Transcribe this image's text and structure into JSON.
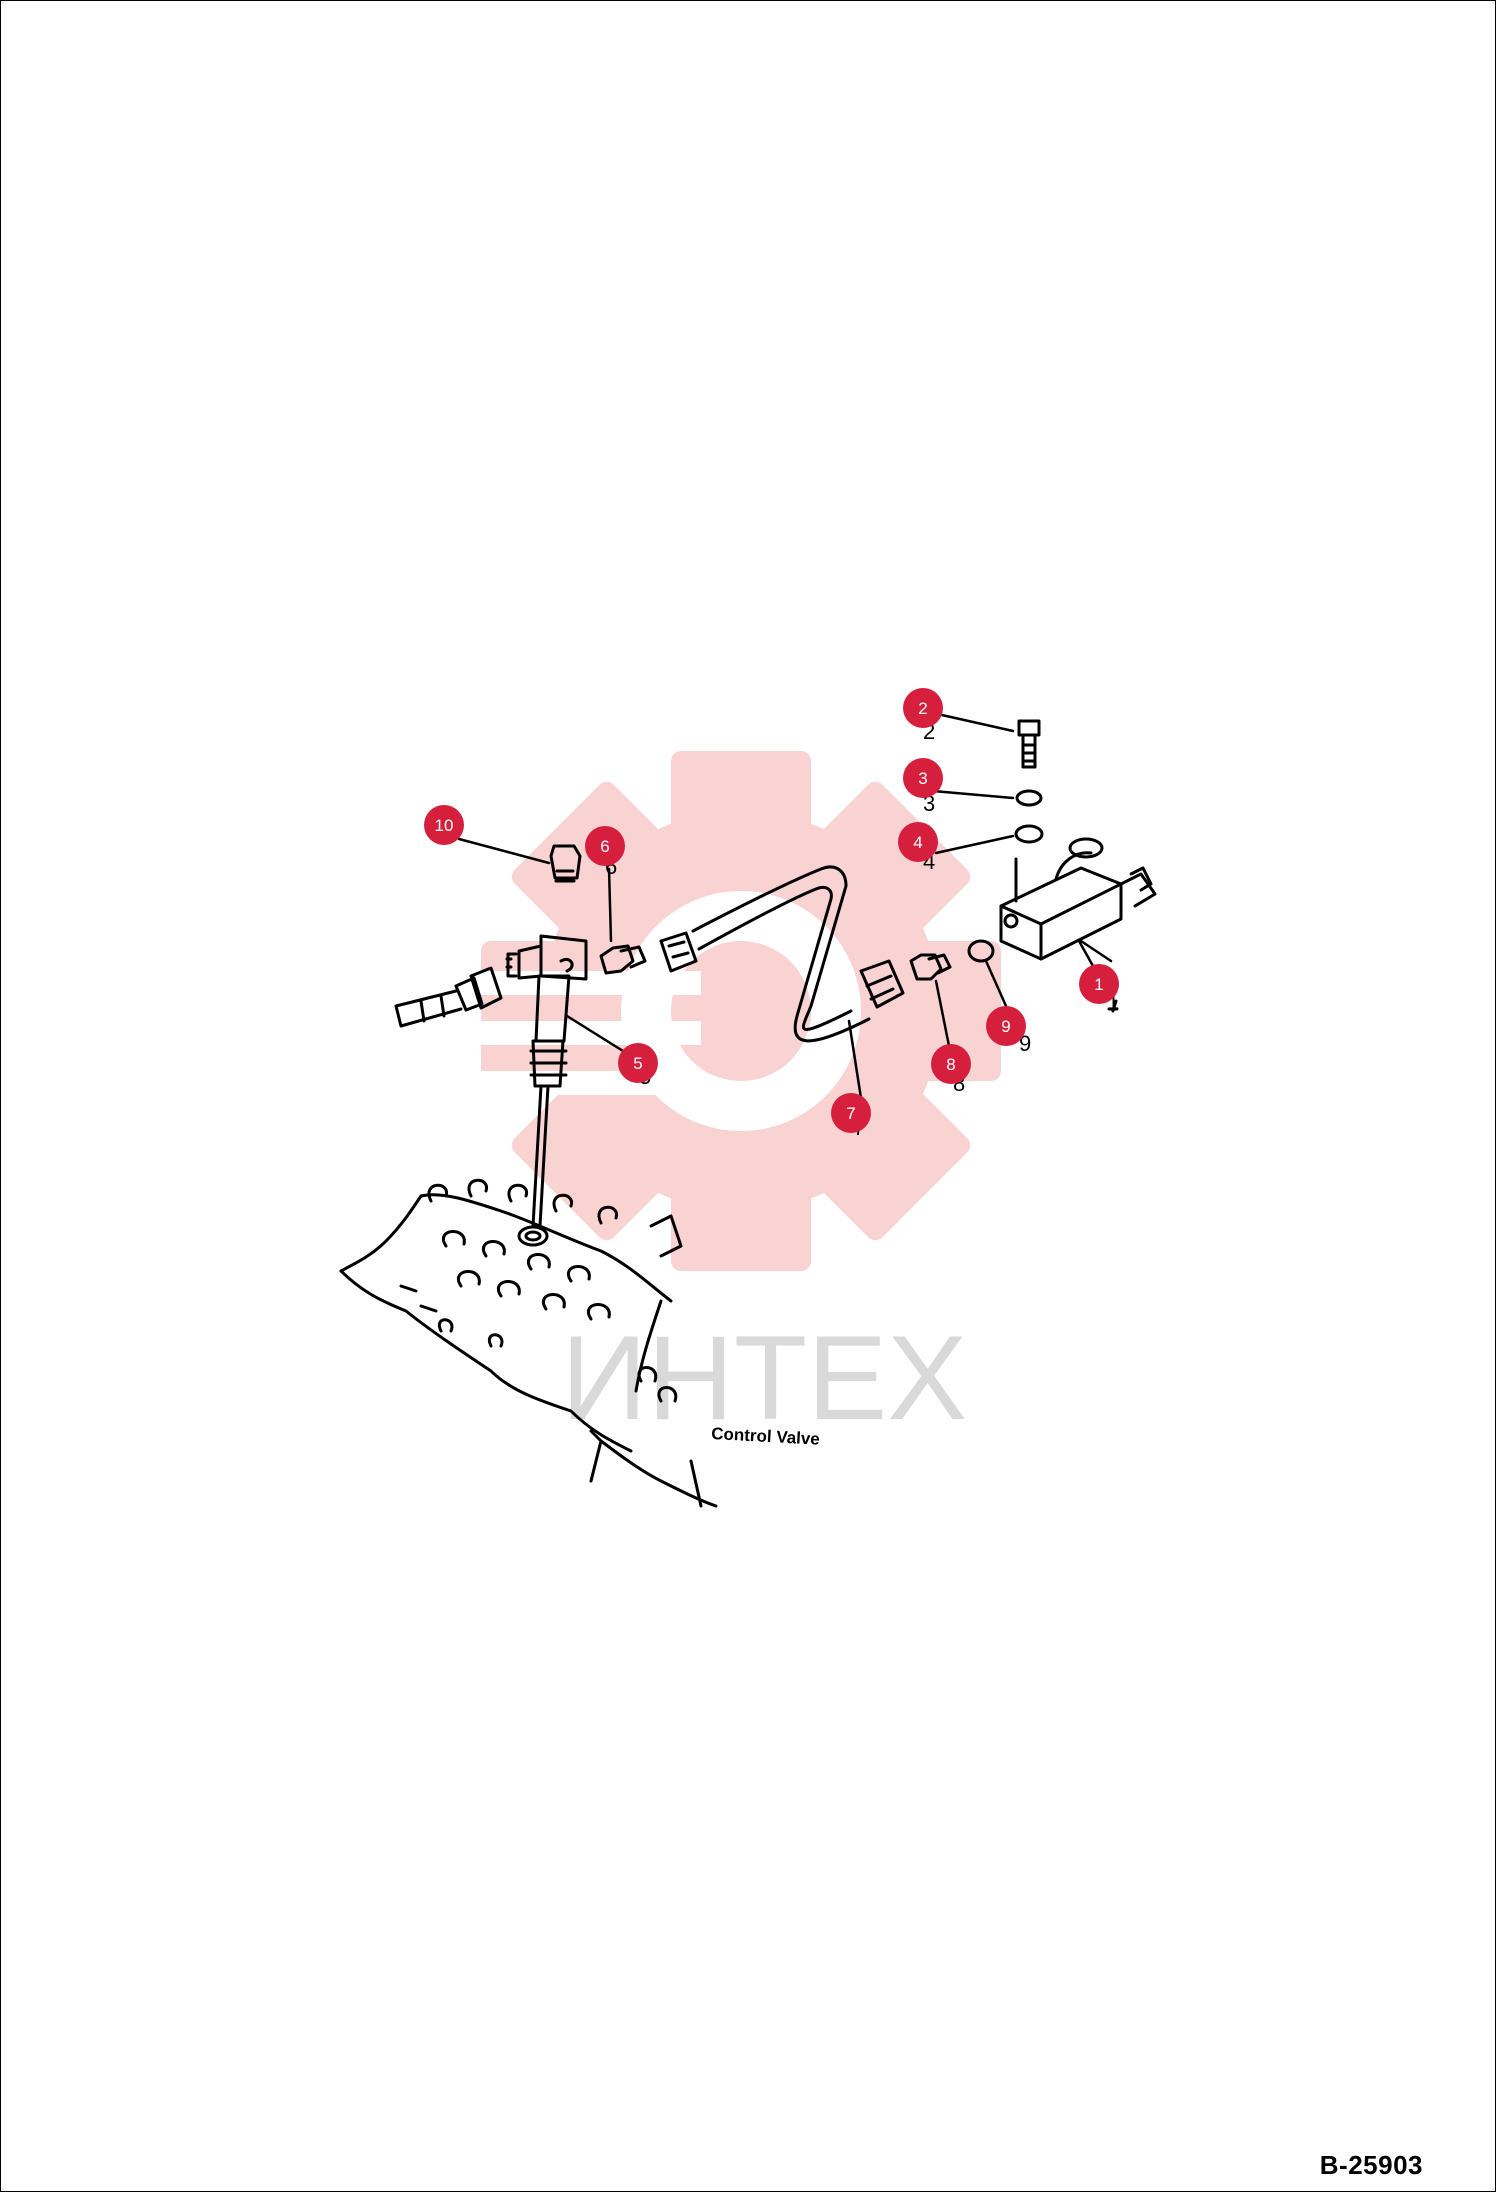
{
  "doc_number": "B-25903",
  "diagram": {
    "component_label": "Control Valve",
    "watermark_text": "ИНТЕХ",
    "callout_color": "#d61f3c",
    "watermark_color": "#f7c4c4",
    "callouts": [
      "1",
      "2",
      "3",
      "4",
      "5",
      "6",
      "7",
      "8",
      "9",
      "10"
    ],
    "printed_numbers": [
      "1",
      "2",
      "3",
      "4",
      "5",
      "6",
      "7",
      "8",
      "9"
    ]
  }
}
